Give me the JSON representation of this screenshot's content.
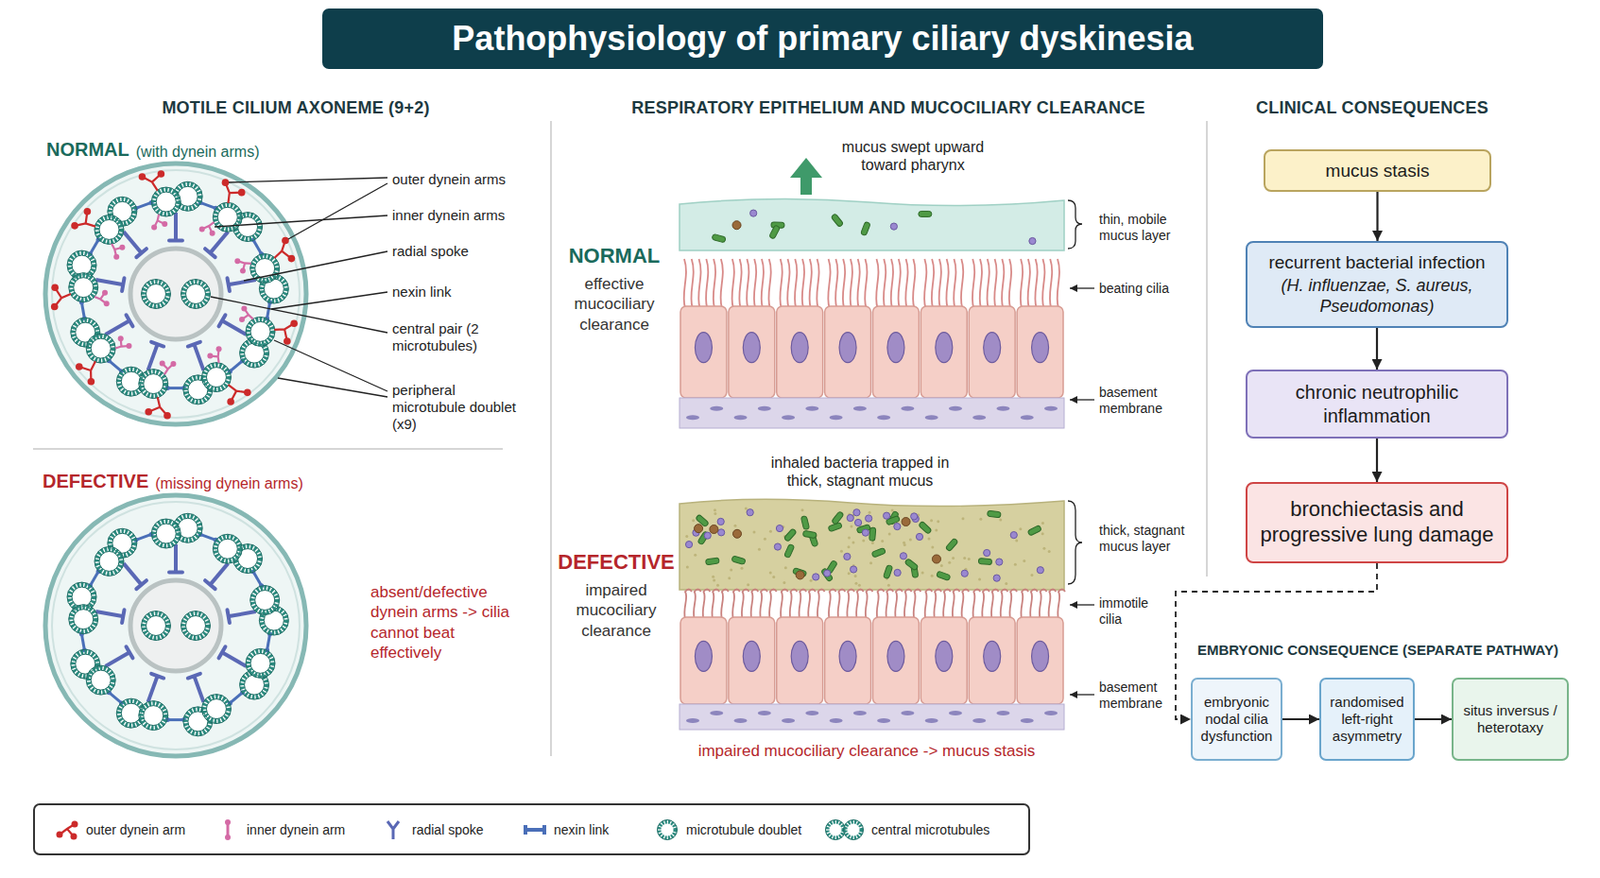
{
  "diagram": {
    "title": "Pathophysiology of primary ciliary dyskinesia",
    "nodes": [
      {
        "text": [
          "mucus stasis"
        ]
      },
      {
        "text": [
          "recurrent bacterial infection",
          "(H. influenzae, S. aureus, Pseudomonas)"
        ]
      },
      {
        "text": [
          "chronic neutrophilic inflammation"
        ]
      },
      {
        "text": [
          "bronchiectasis and progressive lung damage"
        ]
      },
      {
        "text": [
          "embryonic nodal cilia dysfunction"
        ]
      },
      {
        "text": [
          "randomised left-right asymmetry"
        ]
      },
      {
        "text": [
          "situs inversus / heterotaxy"
        ]
      }
    ],
    "edges": [
      {
        "from": 0,
        "to": 1,
        "arrow": "to"
      },
      {
        "from": 1,
        "to": 2,
        "arrow": "to"
      },
      {
        "from": 2,
        "to": 3,
        "arrow": "to"
      },
      {
        "from": 3,
        "to": 4,
        "arrow": "to"
      },
      {
        "from": 4,
        "to": 5,
        "arrow": "to"
      },
      {
        "from": 5,
        "to": 6,
        "arrow": "to"
      }
    ],
    "labels": [
      "MOTILE CILIUM AXONEME (9+2)",
      "NORMAL",
      "(with dynein arms)",
      "outer dynein arms",
      "inner dynein arms",
      "radial spoke",
      "nexin link",
      "central pair (2 microtubules)",
      "peripheral microtubule doublet (x9)",
      "DEFECTIVE",
      "(missing dynein arms)",
      "absent/defective dynein arms -> cilia cannot beat effectively",
      "RESPIRATORY EPITHELIUM AND MUCOCILIARY CLEARANCE",
      "mucus swept upward toward pharynx",
      "NORMAL",
      "effective mucociliary clearance",
      "thin, mobile mucus layer",
      "beating cilia",
      "basement membrane",
      "inhaled bacteria trapped in thick, stagnant mucus",
      "DEFECTIVE",
      "impaired mucociliary clearance",
      "thick, stagnant mucus layer",
      "immotile cilia",
      "basement membrane",
      "impaired mucociliary clearance -> mucus stasis",
      "CLINICAL CONSEQUENCES",
      "EMBRYONIC CONSEQUENCE (SEPARATE PATHWAY)"
    ],
    "legend": [
      {
        "text": "outer dynein arm"
      },
      {
        "text": "inner dynein arm"
      },
      {
        "text": "radial spoke"
      },
      {
        "text": "nexin link"
      },
      {
        "text": "microtubule doublet"
      },
      {
        "text": "central microtubules"
      }
    ]
  }
}
